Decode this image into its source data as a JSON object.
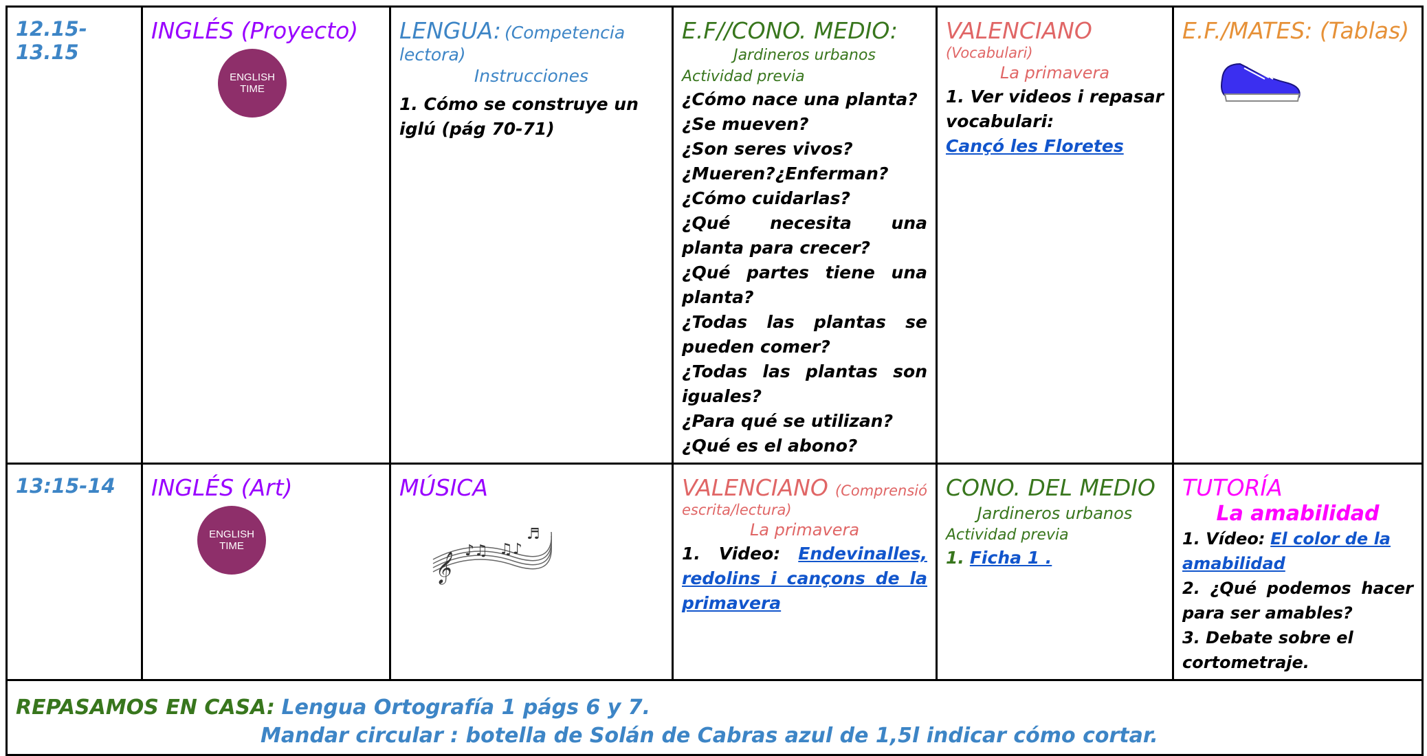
{
  "row1": {
    "time": "12.15-13.15",
    "ingles": {
      "title": "INGLÉS (Proyecto)",
      "logo_text_1": "ENGLISH",
      "logo_text_2": "TIME"
    },
    "lengua": {
      "title": "LENGUA:",
      "subtitle": "(Competencia lectora)",
      "heading": "Instrucciones",
      "item": "1. Cómo se construye un iglú (pág 70-71)"
    },
    "ef_cono": {
      "title": "E.F//CONO. MEDIO:",
      "heading": "Jardineros urbanos",
      "label": "Actividad previa",
      "questions": [
        "¿Cómo nace una planta?",
        "¿Se mueven?",
        "¿Son seres vivos?",
        "¿Mueren?¿Enferman?",
        "¿Cómo cuidarlas?",
        "¿Qué necesita una planta para crecer?",
        "¿Qué partes tiene una planta?",
        "¿Todas las plantas se pueden comer?",
        "¿Todas las plantas son iguales?",
        "¿Para qué se utilizan?",
        "¿Qué es el abono?"
      ]
    },
    "valenciano": {
      "title": "VALENCIANO",
      "subtitle": "(Vocabulari)",
      "heading": "La primavera",
      "item": "1. Ver videos i repasar vocabulari:",
      "link": "Cançó les Floretes"
    },
    "ef_mates": {
      "title": "E.F./MATES: (Tablas)"
    }
  },
  "row2": {
    "time": "13:15-14",
    "ingles": {
      "title": "INGLÉS (Art)",
      "logo_text_1": "ENGLISH",
      "logo_text_2": "TIME"
    },
    "musica": {
      "title": "MÚSICA"
    },
    "valenciano": {
      "title": "VALENCIANO",
      "subtitle": "(Comprensió escrita/lectura)",
      "heading": "La primavera",
      "item_prefix": "1. Video:",
      "link": "Endevinalles, redolins i cançons de la primavera"
    },
    "cono": {
      "title": "CONO. DEL MEDIO",
      "heading": "Jardineros urbanos",
      "label": "Actividad previa",
      "item_prefix": "1.",
      "link": "Ficha 1 ."
    },
    "tutoria": {
      "title": "TUTORÍA",
      "heading": "La amabilidad",
      "item1_prefix": "1. Vídeo:",
      "item1_link": "El color de la amabilidad",
      "item2": "2. ¿Qué podemos hacer para ser amables?",
      "item3": "3. Debate sobre el cortometraje."
    }
  },
  "footer": {
    "label": "REPASAMOS EN CASA:",
    "line1": "Lengua Ortografía 1 págs 6 y 7.",
    "line2": "Mandar circular : botella de Solán de Cabras azul de 1,5l indicar cómo cortar."
  },
  "colors": {
    "time": "#3d85c6",
    "ingles": "#9900ff",
    "lengua": "#3d85c6",
    "cono": "#38761d",
    "valenciano": "#e06666",
    "ef_mates": "#e69138",
    "tutoria": "#ff00ff",
    "link": "#1155cc"
  }
}
